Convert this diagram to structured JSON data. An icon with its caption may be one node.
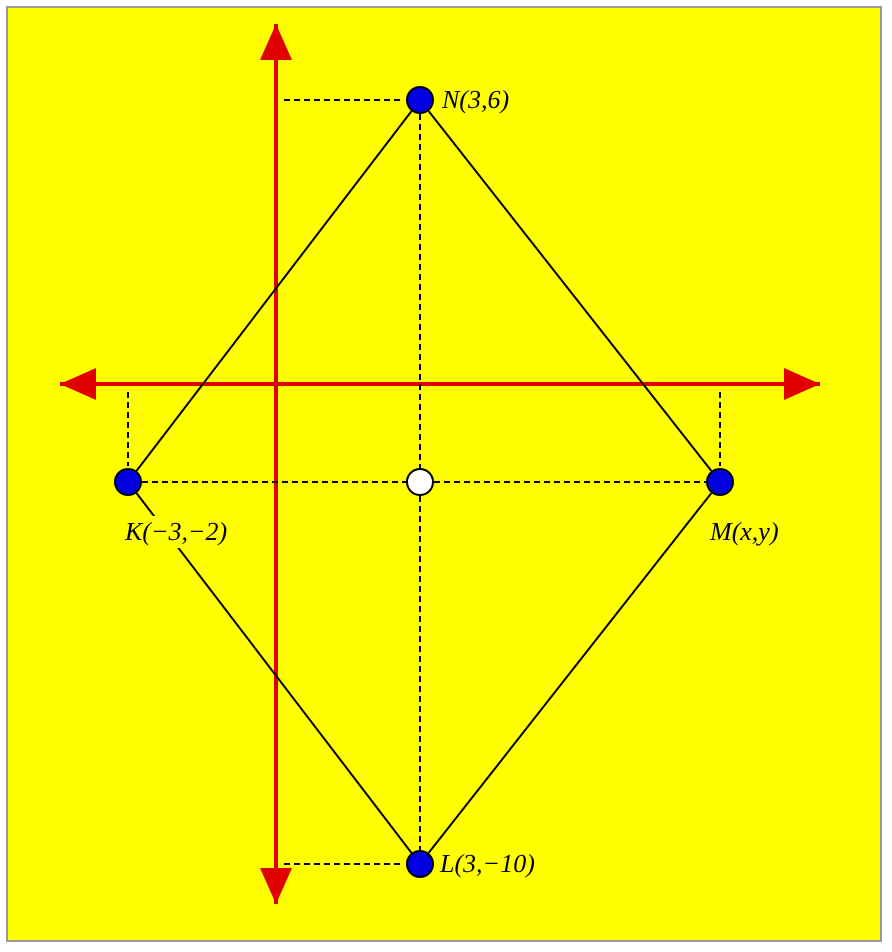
{
  "diagram": {
    "nodes": [
      {
        "text": [],
        "shape": "circle",
        "beside": [
          "N(3,6)"
        ]
      },
      {
        "text": [],
        "shape": "circle",
        "beside": [
          "K(−3,−2)"
        ]
      },
      {
        "text": [],
        "shape": "circle"
      },
      {
        "text": [],
        "shape": "circle",
        "beside": [
          "M(x,y)"
        ]
      },
      {
        "text": [],
        "shape": "circle",
        "beside": [
          "L(3,−10)"
        ]
      }
    ],
    "edges": [
      {
        "from": 0,
        "to": 1,
        "arrow": "none"
      },
      {
        "from": 0,
        "to": 3,
        "arrow": "none"
      },
      {
        "from": 1,
        "to": 4,
        "arrow": "none"
      },
      {
        "from": 3,
        "to": 4,
        "arrow": "none"
      },
      {
        "from": 1,
        "to": 2,
        "arrow": "none",
        "style": "dashed"
      },
      {
        "from": 2,
        "to": 3,
        "arrow": "none",
        "style": "dashed"
      },
      {
        "from": 0,
        "to": 2,
        "arrow": "none",
        "style": "dashed"
      },
      {
        "from": 2,
        "to": 4,
        "arrow": "none",
        "style": "dashed"
      }
    ]
  }
}
